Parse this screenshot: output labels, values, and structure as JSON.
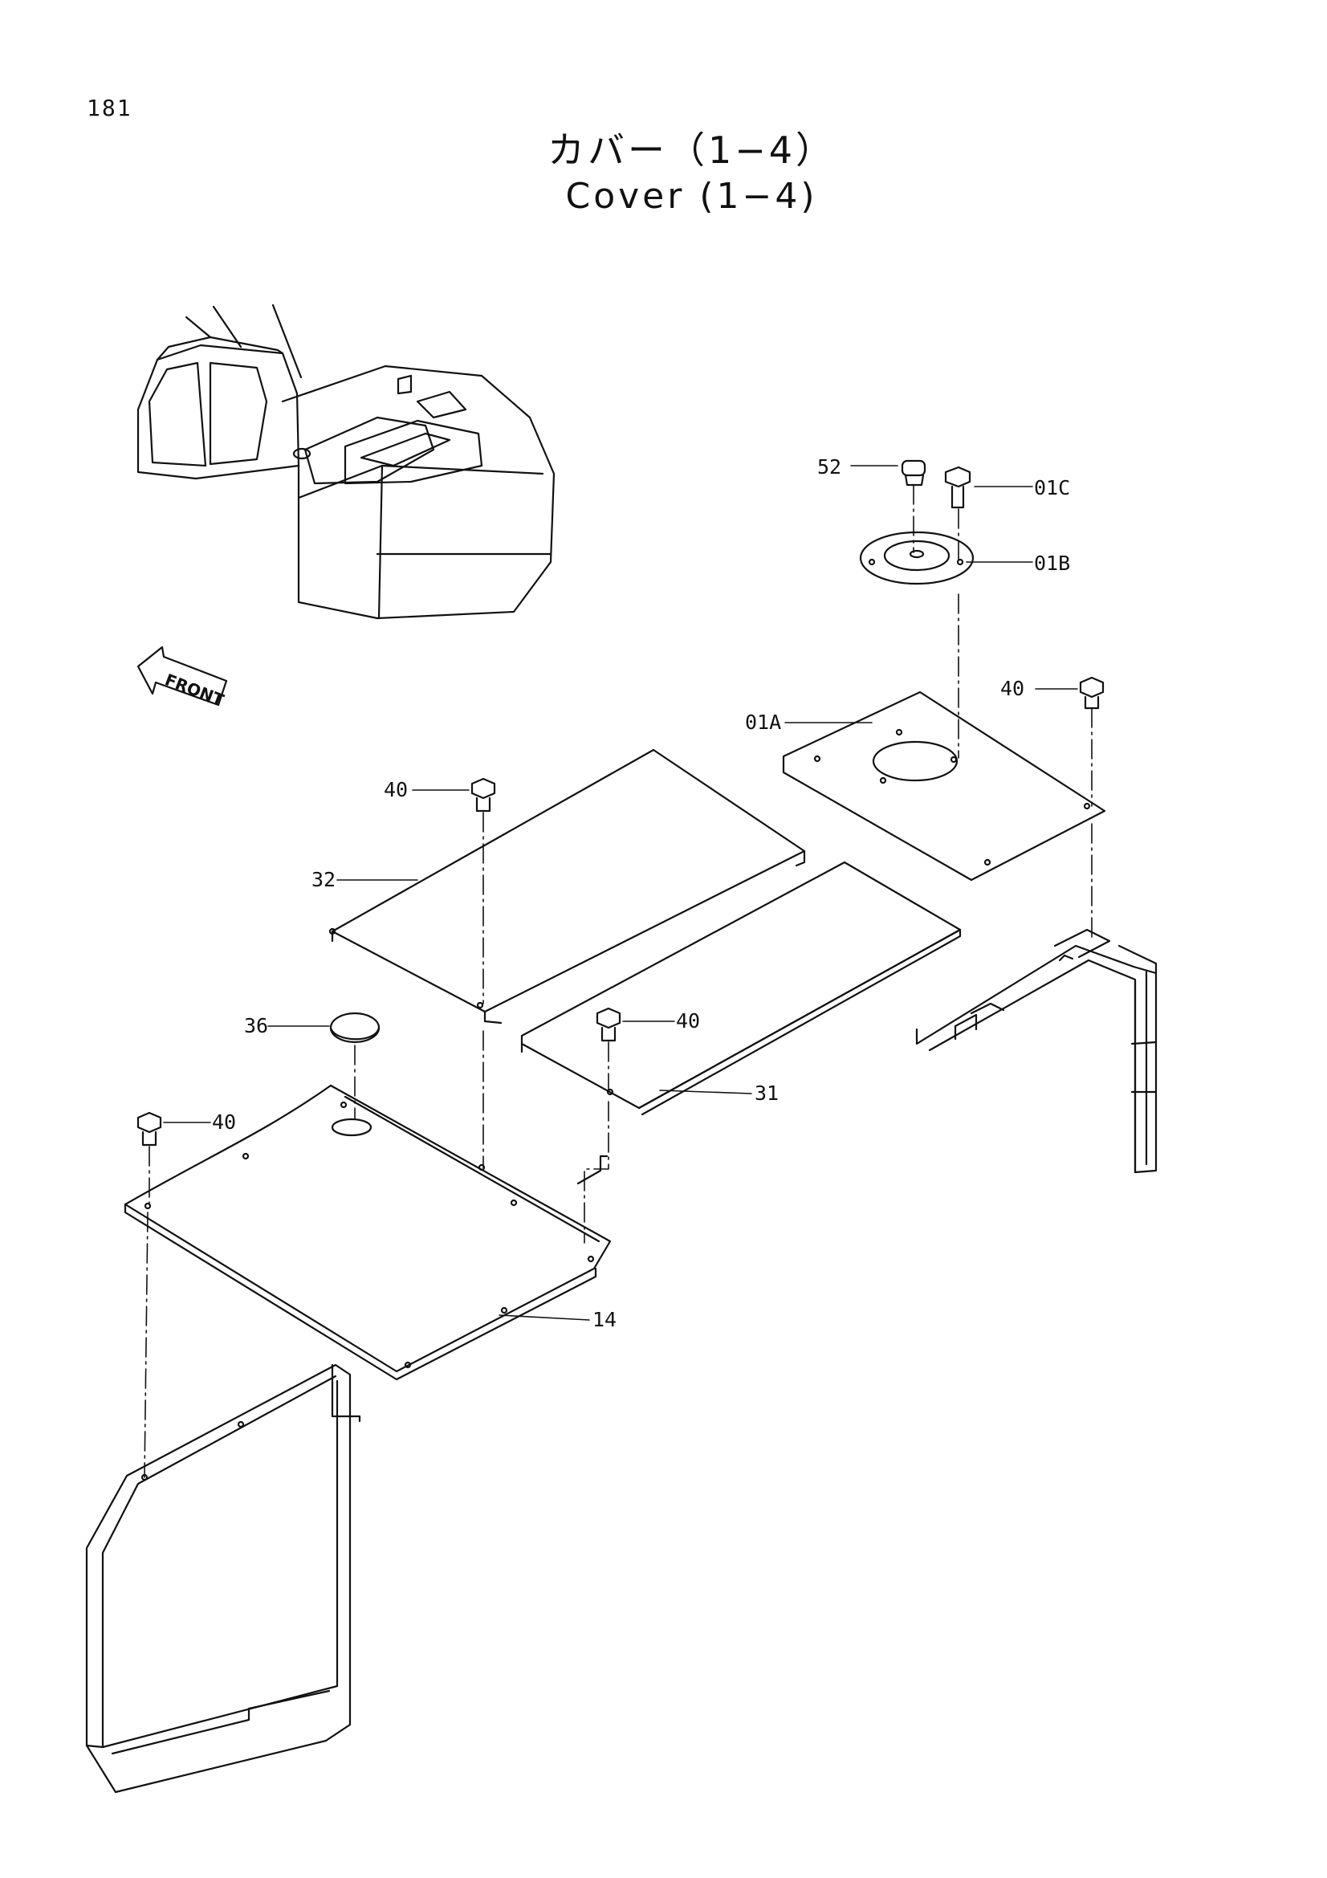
{
  "page": {
    "number": "181",
    "title_ja": "カバー（1−4）",
    "title_en": "Cover (1−4)"
  },
  "orientation": {
    "label": "FRONT"
  },
  "callouts": [
    {
      "id": "52",
      "label": "52"
    },
    {
      "id": "01C",
      "label": "01C"
    },
    {
      "id": "01B",
      "label": "01B"
    },
    {
      "id": "40a",
      "label": "40"
    },
    {
      "id": "01A",
      "label": "01A"
    },
    {
      "id": "40b",
      "label": "40"
    },
    {
      "id": "32",
      "label": "32"
    },
    {
      "id": "36",
      "label": "36"
    },
    {
      "id": "40c",
      "label": "40"
    },
    {
      "id": "31",
      "label": "31"
    },
    {
      "id": "40d",
      "label": "40"
    },
    {
      "id": "14",
      "label": "14"
    }
  ],
  "colors": {
    "line": "#111111",
    "paper": "#ffffff"
  }
}
